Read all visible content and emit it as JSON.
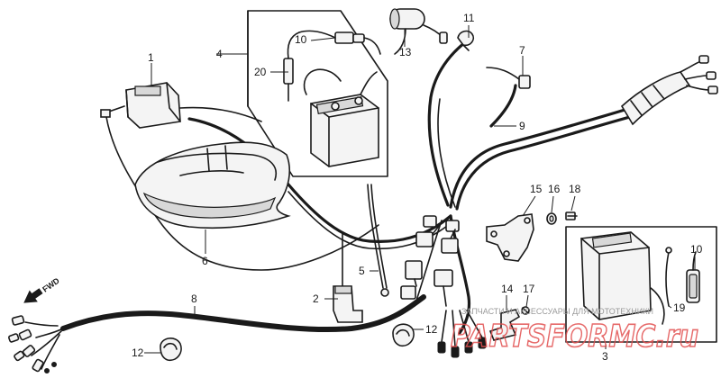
{
  "direction_marker": "FWD",
  "callouts": {
    "c1": "1",
    "c2": "2",
    "c3": "3",
    "c4": "4",
    "c5": "5",
    "c6": "6",
    "c7": "7",
    "c8": "8",
    "c9": "9",
    "c10a": "10",
    "c10b": "10",
    "c11": "11",
    "c12a": "12",
    "c12b": "12",
    "c13": "13",
    "c14": "14",
    "c15": "15",
    "c16": "16",
    "c17": "17",
    "c18": "18",
    "c19": "19",
    "c20": "20"
  },
  "watermark": {
    "caption": "ЗАПЧАСТИ И АКСЕССУАРЫ ДЛЯ МОТОТЕХНИКИ",
    "logo": "PARTSFORMC.ru"
  },
  "colors": {
    "ink": "#1a1a1a",
    "watermark_red": "#e25050"
  }
}
